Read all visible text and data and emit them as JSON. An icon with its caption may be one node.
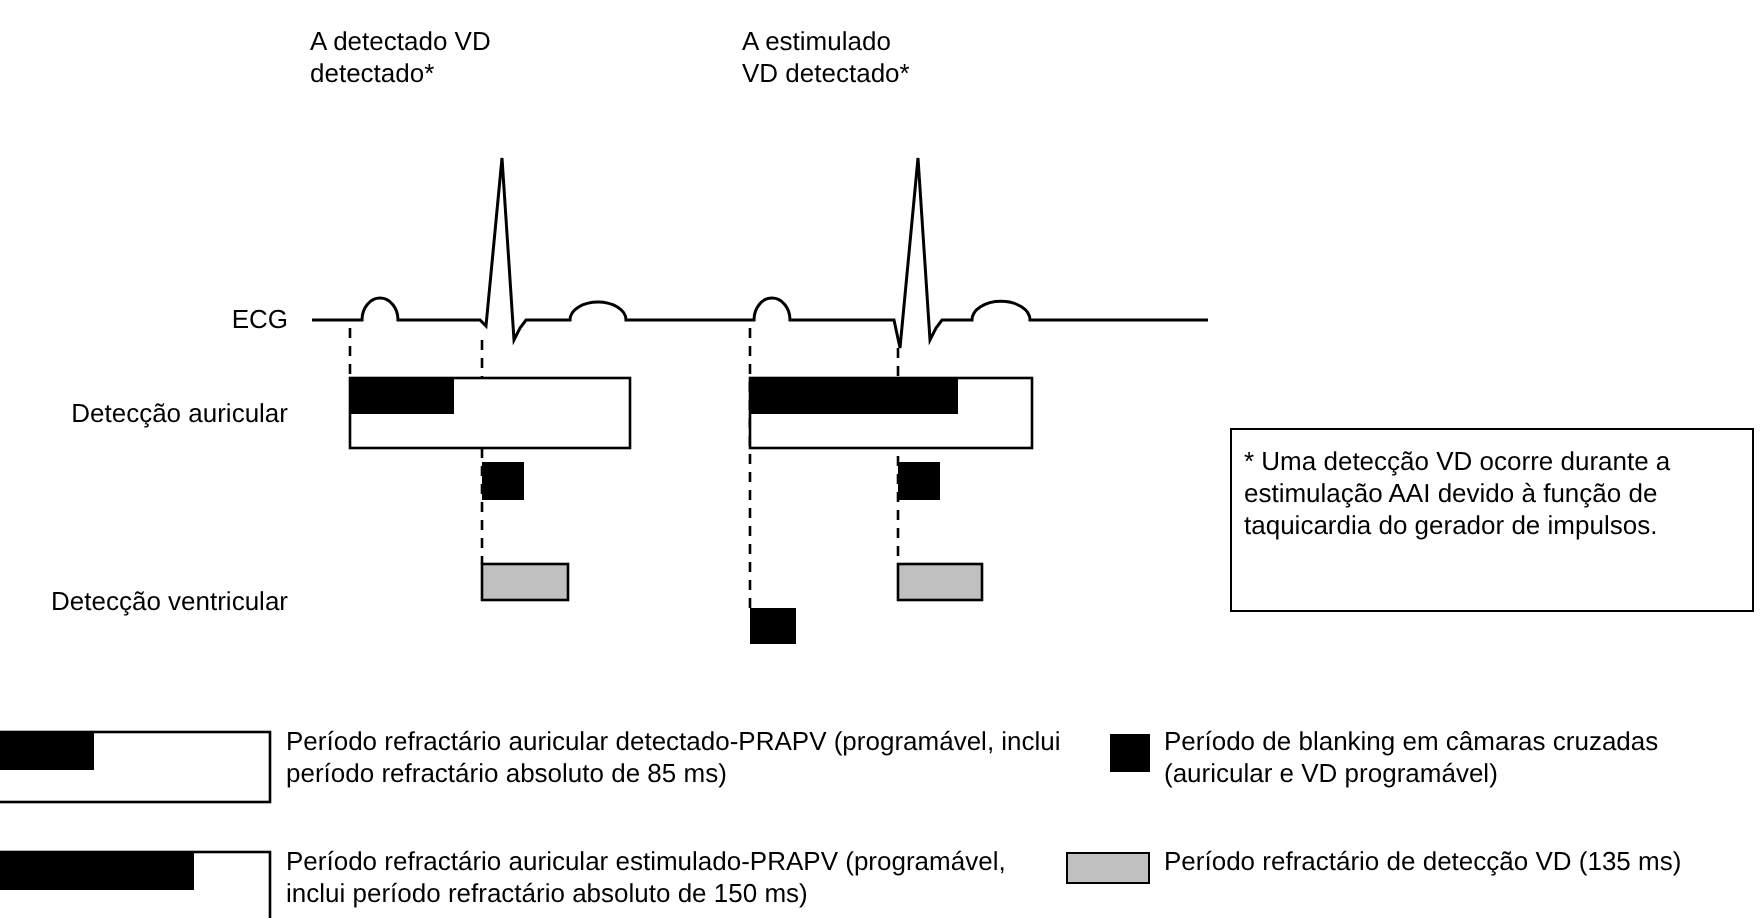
{
  "diagram": {
    "nodes": [
      {
        "text": [
          "* Uma detecção VD ocorre durante a estimulação AAI devido à função de taquicardia do gerador de impulsos."
        ]
      }
    ],
    "labels": [
      "A detectado VD detectado*",
      "A estimulado VD detectado*",
      "ECG",
      "Detecção auricular",
      "Detecção ventricular"
    ],
    "legend": [
      {
        "text": "Período refractário auricular detectado-PRAPV (programável, inclui período refractário absoluto de 85 ms)"
      },
      {
        "text": "Período de blanking em câmaras cruzadas (auricular e VD programável)",
        "color": "#000000"
      },
      {
        "text": "Período refractário auricular estimulado-PRAPV (programável, inclui período refractário absoluto de 150 ms)"
      },
      {
        "text": "Período refractário de detecção VD (135 ms)",
        "color": "#c0c0c0"
      }
    ]
  }
}
